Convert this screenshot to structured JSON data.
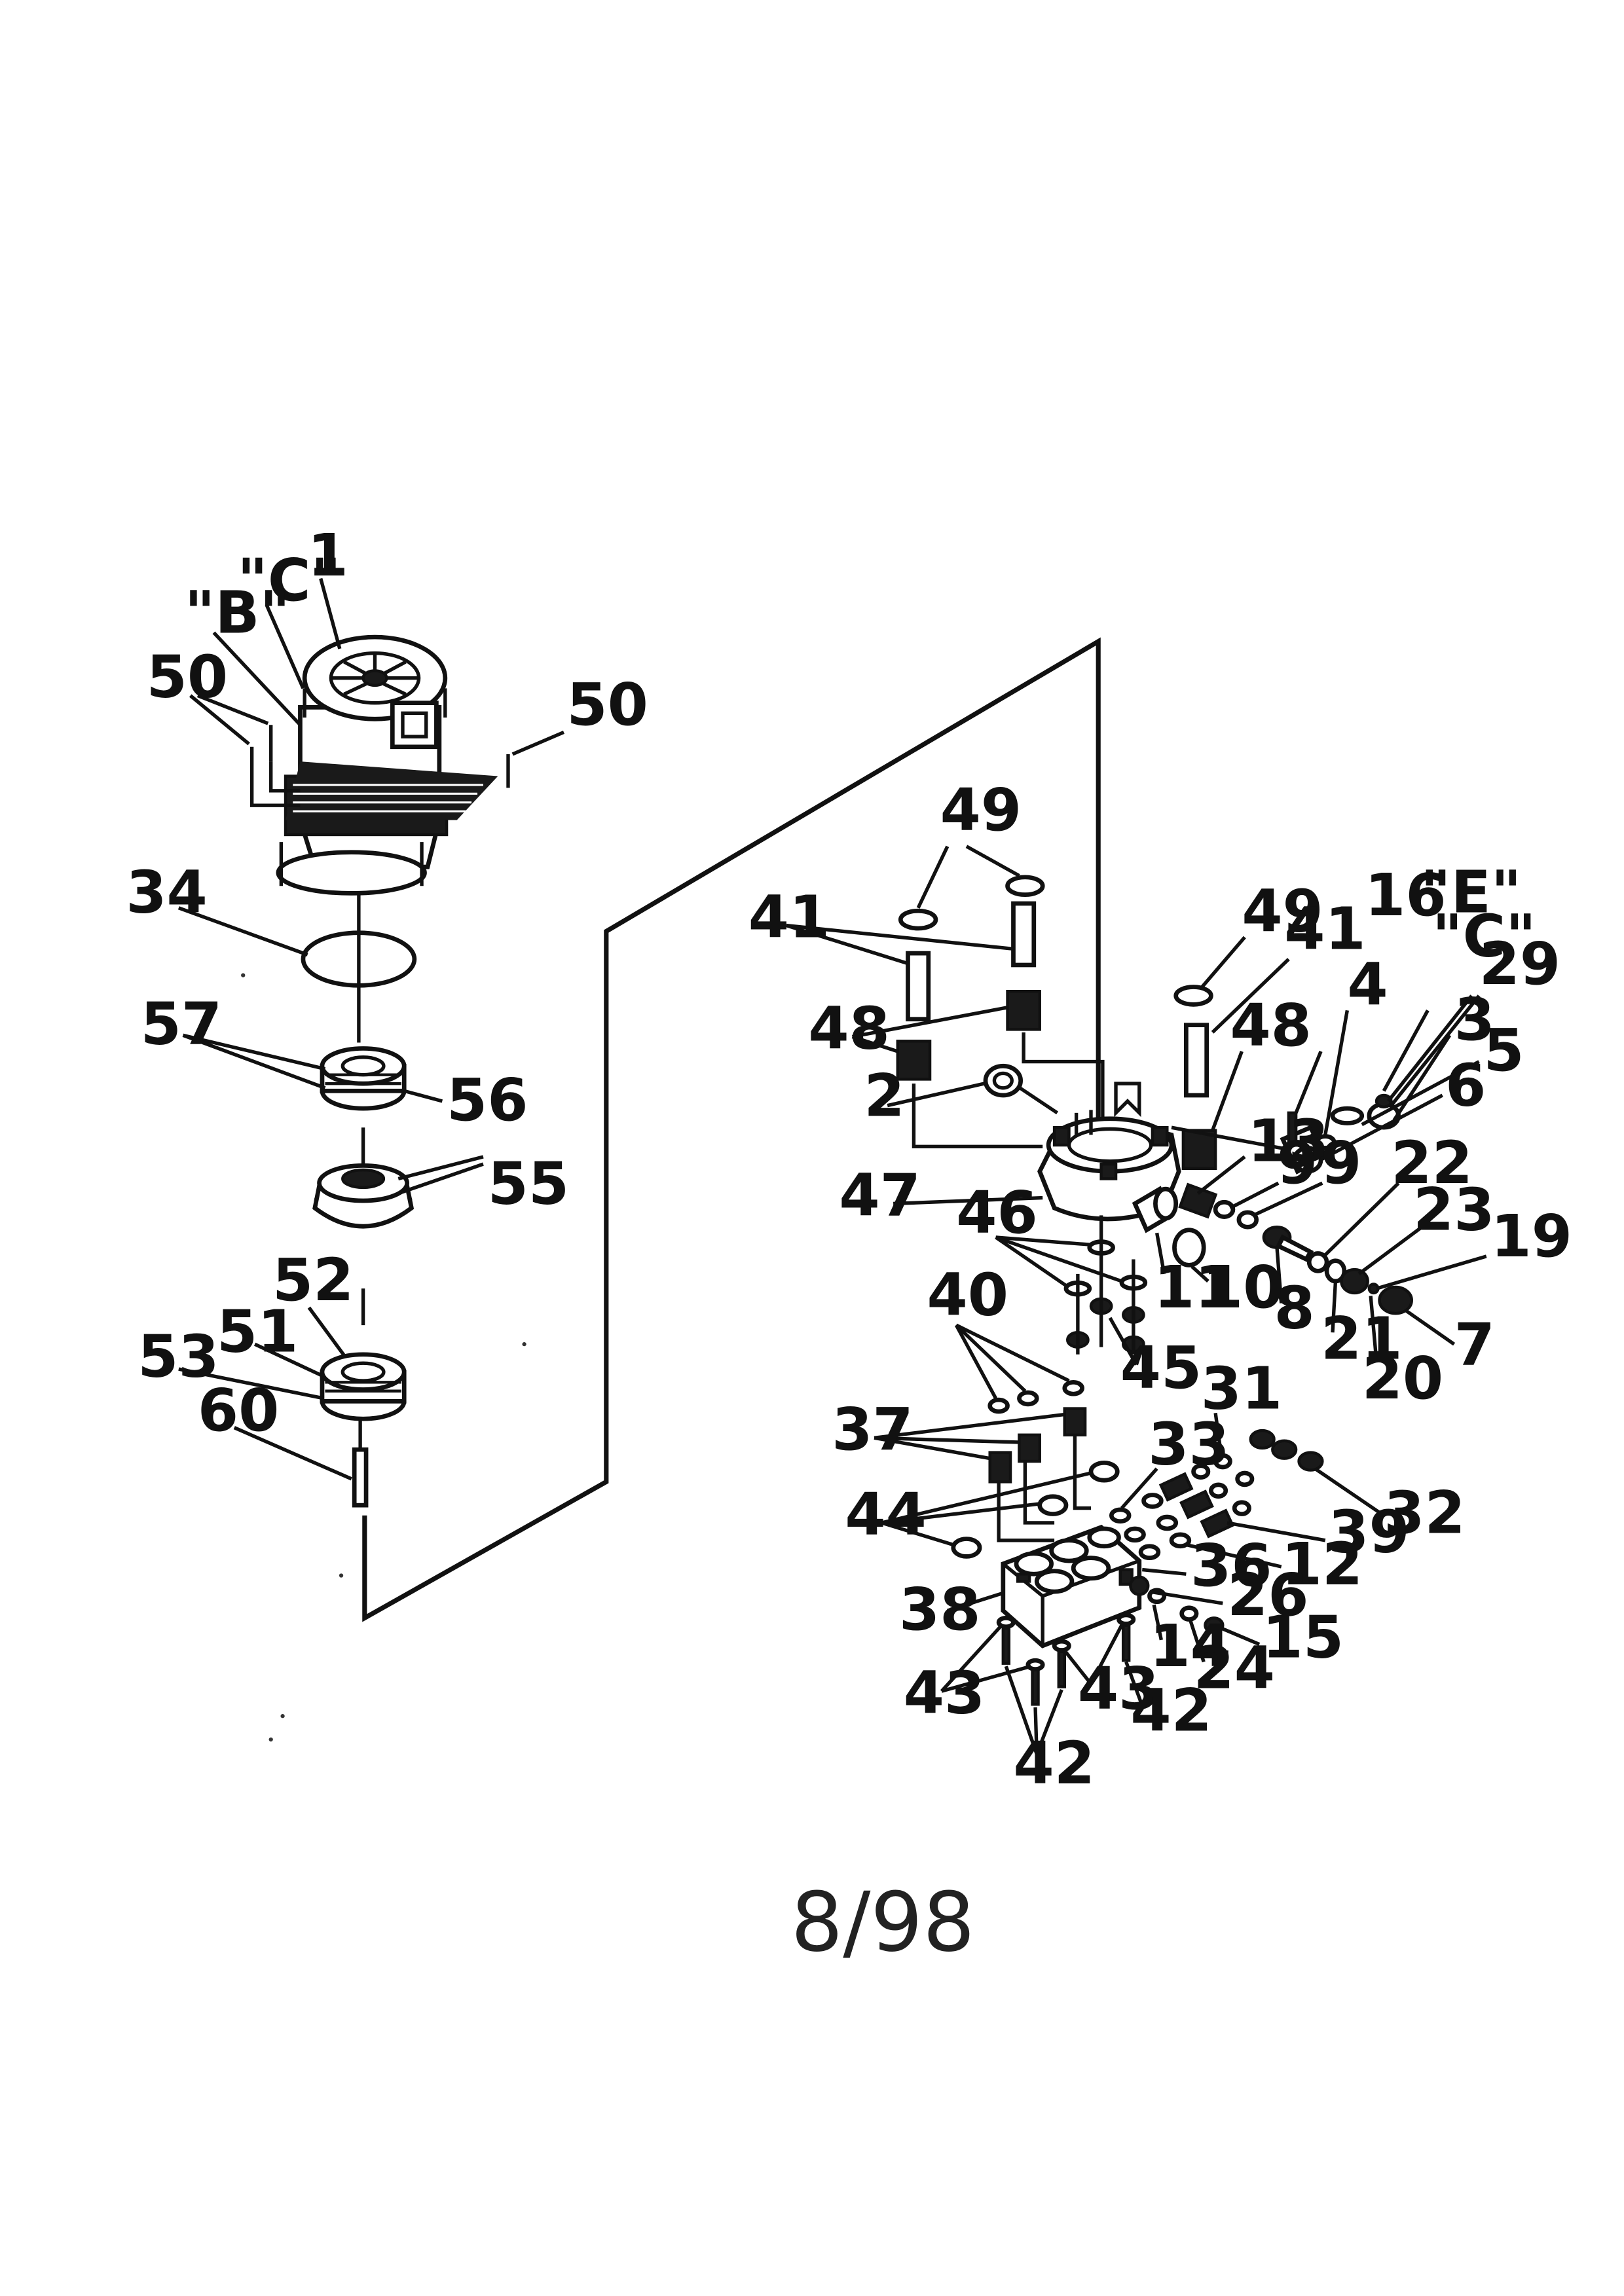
{
  "page_number": "8/98",
  "callouts": {
    "c1": "1",
    "c_b": "\"B\"",
    "c_c_top": "\"C\"",
    "c50_left": "50",
    "c50_right": "50",
    "c34": "34",
    "c57": "57",
    "c56": "56",
    "c55": "55",
    "c52": "52",
    "c51": "51",
    "c53": "53",
    "c60": "60",
    "c49_top": "49",
    "c41_left": "41",
    "c48_left": "48",
    "c2": "2",
    "c47": "47",
    "c46": "46",
    "c49_right": "49",
    "c41_right": "41",
    "c48_right": "48",
    "c16": "16",
    "c_e": "\"E\"",
    "c_c_right": "\"C\"",
    "c29": "29",
    "c4": "4",
    "c3": "3",
    "c5": "5",
    "c6": "6",
    "c13": "13",
    "c9a": "9",
    "c9b": "9",
    "c22": "22",
    "c23": "23",
    "c19": "19",
    "c7": "7",
    "c20": "20",
    "c21": "21",
    "c8": "8",
    "c11": "11",
    "c10": "10",
    "c45": "45",
    "c40": "40",
    "c37": "37",
    "c31": "31",
    "c33": "33",
    "c32": "32",
    "c44": "44",
    "c39": "39",
    "c12": "12",
    "c36": "36",
    "c38": "38",
    "c26": "26",
    "c15": "15",
    "c14": "14",
    "c24": "24",
    "c43_left": "43",
    "c43_right": "43",
    "c42_right": "42",
    "c42_bottom": "42"
  }
}
